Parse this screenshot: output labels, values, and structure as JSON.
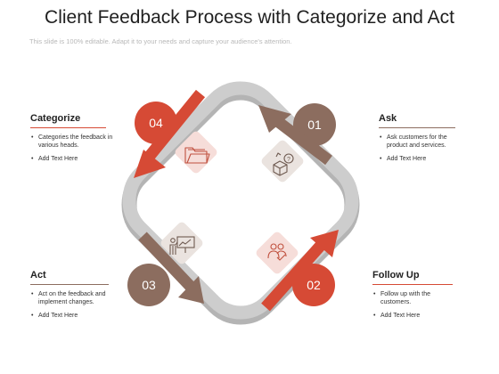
{
  "title": "Client Feedback Process with Categorize and Act",
  "subtitle": "This slide is 100% editable. Adapt it to your needs and capture your audience's attention.",
  "colors": {
    "red": "#D64A35",
    "brown": "#8C6D5F",
    "ring": "#CCCCCC",
    "ring_shadow": "#B4B4B4",
    "tile_pink": "#F6DDD9",
    "tile_grey": "#EAE3DF"
  },
  "steps": [
    {
      "number": "01",
      "heading": "Ask",
      "bullets": [
        "Ask customers for the product and services.",
        "Add Text Here"
      ],
      "icon": "product-question-icon",
      "color": "brown"
    },
    {
      "number": "02",
      "heading": "Follow Up",
      "bullets": [
        "Follow up with the customers.",
        "Add Text Here"
      ],
      "icon": "people-check-icon",
      "color": "red"
    },
    {
      "number": "03",
      "heading": "Act",
      "bullets": [
        "Act on the feedback and implement changes.",
        "Add Text Here"
      ],
      "icon": "presentation-icon",
      "color": "brown"
    },
    {
      "number": "04",
      "heading": "Categorize",
      "bullets": [
        "Categories the feedback in various heads.",
        "Add Text Here"
      ],
      "icon": "folder-icon",
      "color": "red"
    }
  ]
}
